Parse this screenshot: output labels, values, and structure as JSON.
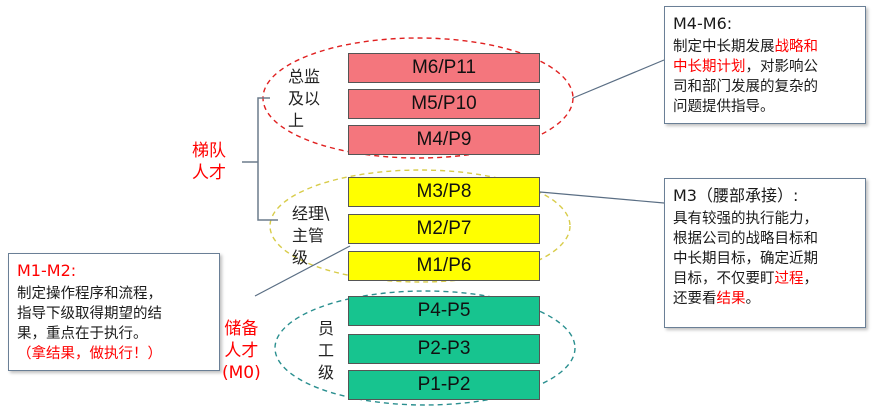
{
  "colors": {
    "pink": "#f4767d",
    "yellow": "#ffff00",
    "green": "#17c48f",
    "accent_red": "#ff0000",
    "ellipse_red": "#e02020",
    "ellipse_yellow": "#d8cc4a",
    "ellipse_teal": "#2a8f8f"
  },
  "levels": {
    "m6": "M6/P11",
    "m5": "M5/P10",
    "m4": "M4/P9",
    "m3": "M3/P8",
    "m2": "M2/P7",
    "m1": "M1/P6",
    "p45": "P4-P5",
    "p23": "P2-P3",
    "p12": "P1-P2"
  },
  "groups": {
    "director": [
      "总监",
      "及以",
      "上"
    ],
    "manager": [
      "经理\\",
      "主管",
      "级"
    ],
    "staff": [
      "员",
      "工",
      "级"
    ]
  },
  "tiers": {
    "echelon": [
      "梯队",
      "人才"
    ],
    "reserve": [
      "储备",
      "人才",
      "(M0)"
    ]
  },
  "callouts": {
    "m4m6": {
      "title": "M4-M6:",
      "lines": [
        [
          {
            "t": "制定中长期发展",
            "red": false
          },
          {
            "t": "战略和",
            "red": true
          }
        ],
        [
          {
            "t": "中长期计划",
            "red": true
          },
          {
            "t": "，对影响公",
            "red": false
          }
        ],
        [
          {
            "t": "司和部门发展的复杂的",
            "red": false
          }
        ],
        [
          {
            "t": "问题提供指导。",
            "red": false
          }
        ]
      ]
    },
    "m3": {
      "title": "M3（腰部承接）:",
      "lines": [
        [
          {
            "t": "具有较强的执行能力，",
            "red": false
          }
        ],
        [
          {
            "t": "根据公司的战略目标和",
            "red": false
          }
        ],
        [
          {
            "t": "中长期目标，确定近期",
            "red": false
          }
        ],
        [
          {
            "t": "目标，不仅要盯",
            "red": false
          },
          {
            "t": "过程",
            "red": true
          },
          {
            "t": "，",
            "red": false
          }
        ],
        [
          {
            "t": "还要看",
            "red": false
          },
          {
            "t": "结果",
            "red": true
          },
          {
            "t": "。",
            "red": false
          }
        ]
      ]
    },
    "m1m2": {
      "title": "M1-M2:",
      "lines": [
        [
          {
            "t": "制定操作程序和流程，",
            "red": false
          }
        ],
        [
          {
            "t": "指导下级取得期望的结",
            "red": false
          }
        ],
        [
          {
            "t": "果，重点在于执行。",
            "red": false
          }
        ],
        [
          {
            "t": "（拿结果，做执行！）",
            "red": true
          }
        ]
      ]
    }
  }
}
